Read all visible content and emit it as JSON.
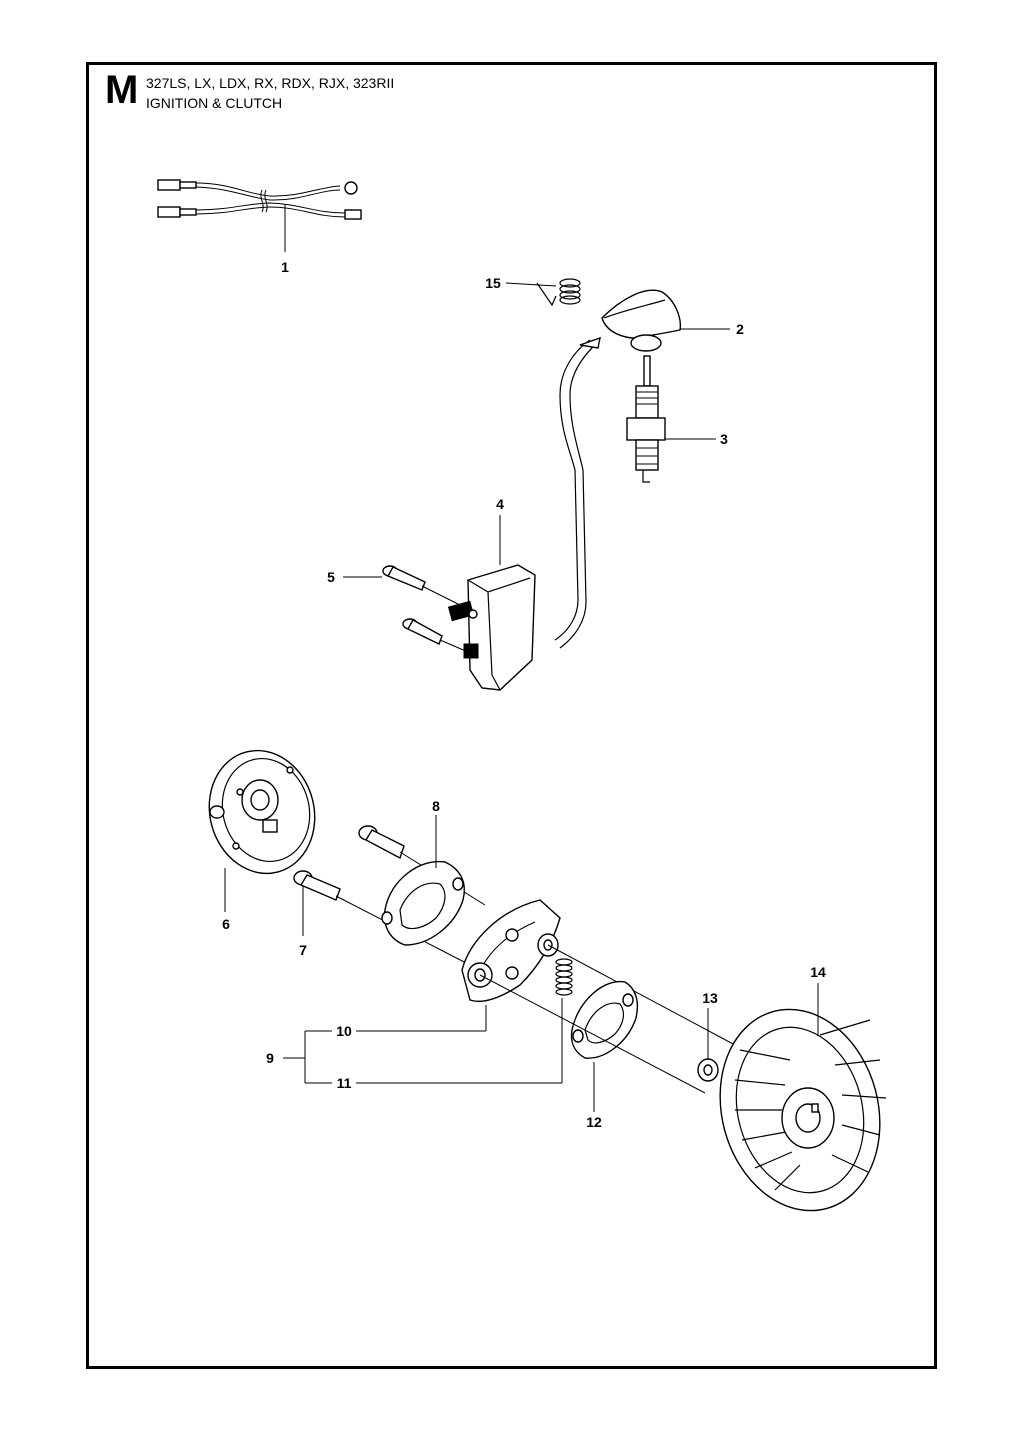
{
  "header": {
    "section_letter": "M",
    "models": "327LS, LX, LDX, RX, RDX, RJX, 323RII",
    "section_title": "IGNITION & CLUTCH"
  },
  "callouts": [
    {
      "id": "1",
      "label": "1"
    },
    {
      "id": "2",
      "label": "2"
    },
    {
      "id": "3",
      "label": "3"
    },
    {
      "id": "4",
      "label": "4"
    },
    {
      "id": "5",
      "label": "5"
    },
    {
      "id": "6",
      "label": "6"
    },
    {
      "id": "7",
      "label": "7"
    },
    {
      "id": "8",
      "label": "8"
    },
    {
      "id": "9",
      "label": "9"
    },
    {
      "id": "10",
      "label": "10"
    },
    {
      "id": "11",
      "label": "11"
    },
    {
      "id": "12",
      "label": "12"
    },
    {
      "id": "13",
      "label": "13"
    },
    {
      "id": "14",
      "label": "14"
    },
    {
      "id": "15",
      "label": "15"
    }
  ]
}
